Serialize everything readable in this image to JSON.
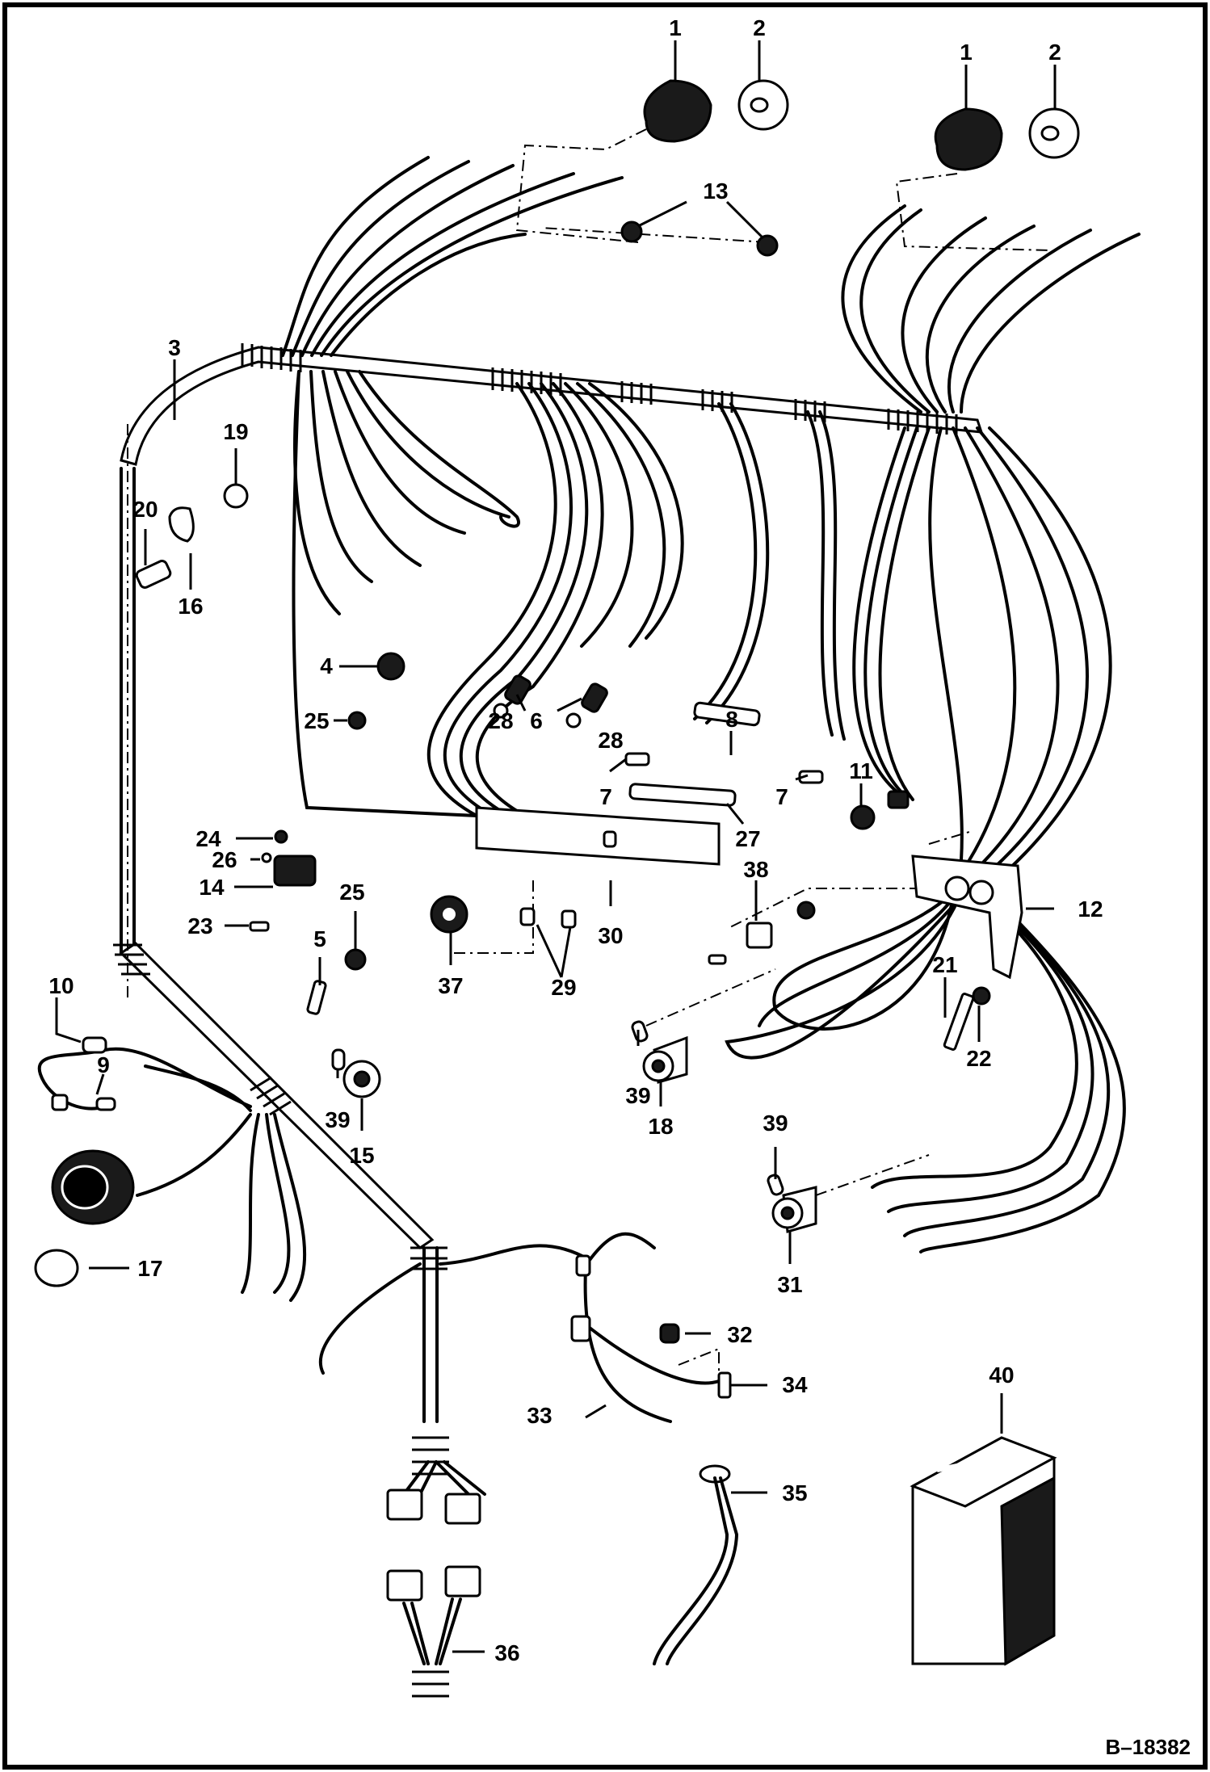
{
  "diagram": {
    "reference_code": "B–18382",
    "callouts": [
      "1",
      "2",
      "1",
      "2",
      "3",
      "4",
      "5",
      "6",
      "7",
      "7",
      "8",
      "9",
      "10",
      "11",
      "12",
      "13",
      "14",
      "15",
      "16",
      "17",
      "18",
      "19",
      "20",
      "21",
      "22",
      "23",
      "24",
      "25",
      "25",
      "26",
      "27",
      "28",
      "28",
      "29",
      "30",
      "31",
      "32",
      "33",
      "34",
      "35",
      "36",
      "37",
      "38",
      "39",
      "39",
      "39",
      "40"
    ]
  }
}
